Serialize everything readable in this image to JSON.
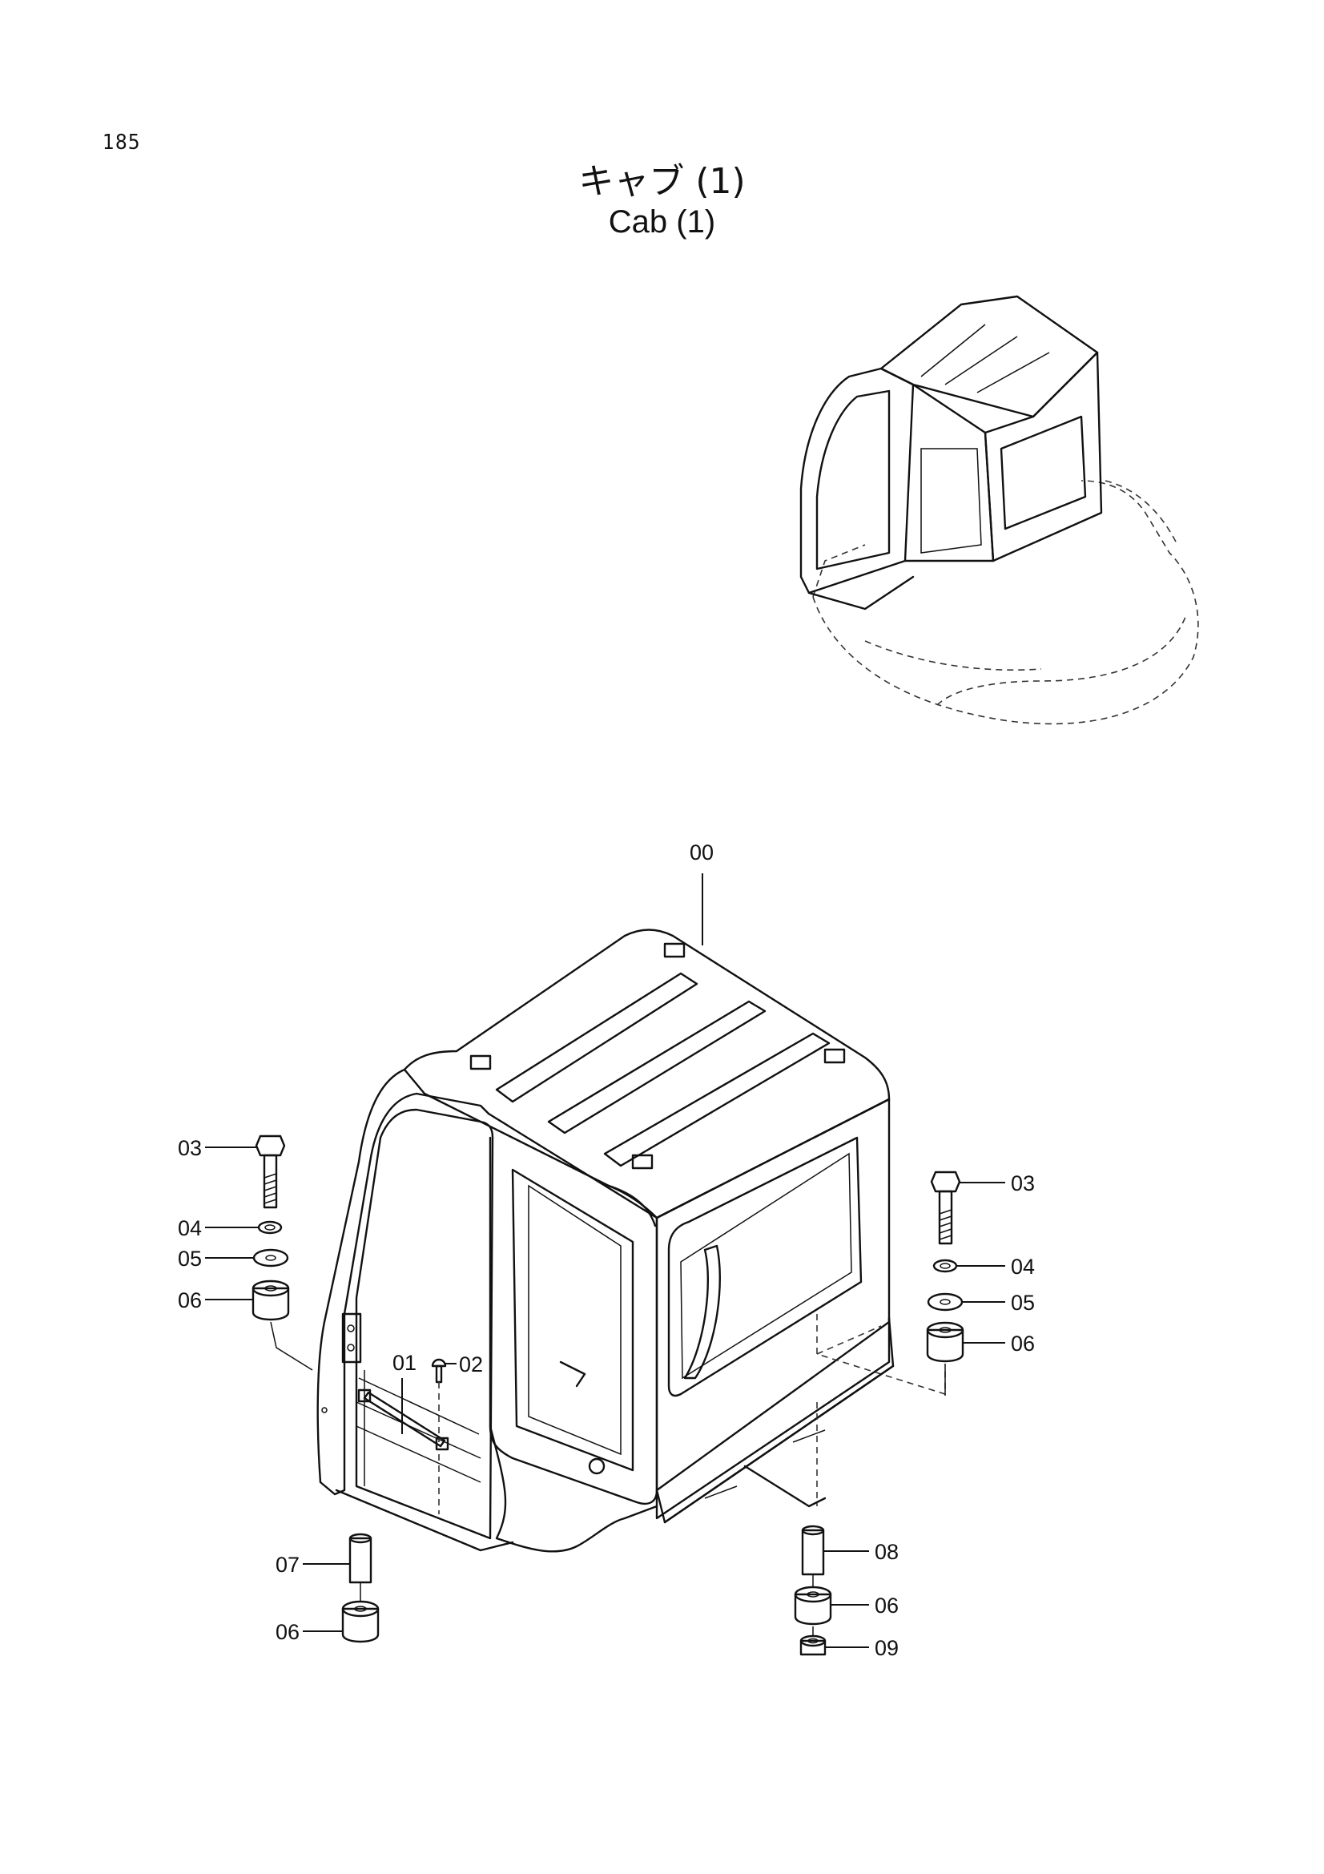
{
  "page": {
    "number": "185",
    "title_ja": "キャブ (1)",
    "title_en": "Cab (1)"
  },
  "callouts": [
    {
      "id": "00",
      "label": "00"
    },
    {
      "id": "01",
      "label": "01"
    },
    {
      "id": "02",
      "label": "02"
    },
    {
      "id": "03-left",
      "label": "03"
    },
    {
      "id": "04-left",
      "label": "04"
    },
    {
      "id": "05-left",
      "label": "05"
    },
    {
      "id": "06-left",
      "label": "06"
    },
    {
      "id": "03-right",
      "label": "03"
    },
    {
      "id": "04-right",
      "label": "04"
    },
    {
      "id": "05-right",
      "label": "05"
    },
    {
      "id": "06-right",
      "label": "06"
    },
    {
      "id": "07",
      "label": "07"
    },
    {
      "id": "06-bottom-left",
      "label": "06"
    },
    {
      "id": "08",
      "label": "08"
    },
    {
      "id": "06-bottom-right",
      "label": "06"
    },
    {
      "id": "09",
      "label": "09"
    }
  ]
}
